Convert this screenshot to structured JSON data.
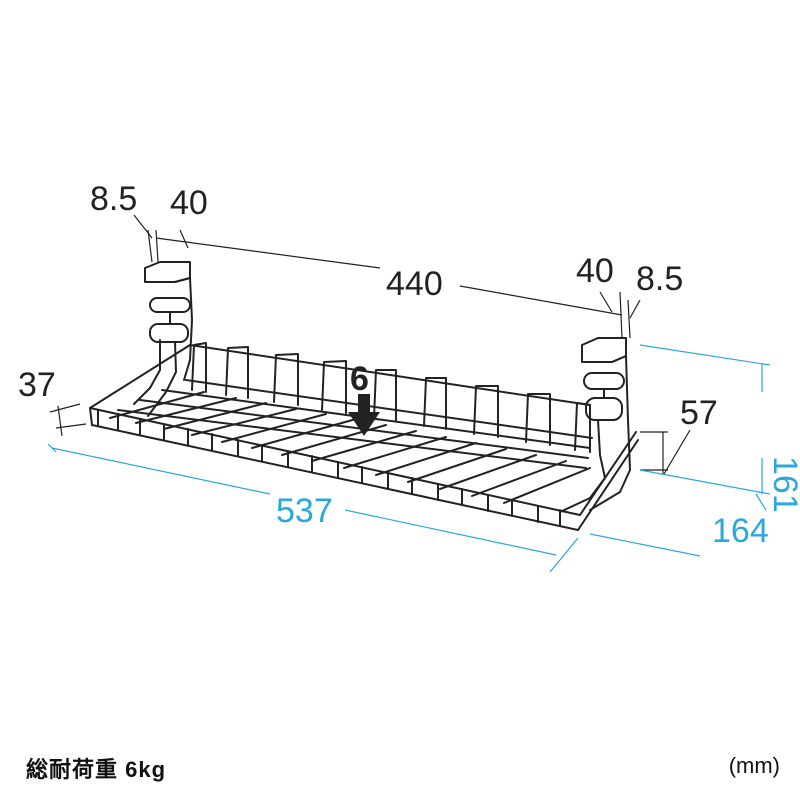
{
  "dimensions": {
    "left_plate_thickness": "8.5",
    "left_clamp_width": "40",
    "clamp_span": "440",
    "right_clamp_width": "40",
    "right_plate_thickness": "8.5",
    "tray_height": "37",
    "load_label": "6",
    "clamp_opening": "57",
    "total_height": "161",
    "total_width": "537",
    "depth": "164"
  },
  "footer": {
    "load_rating": "総耐荷重 6kg",
    "unit": "(mm)"
  },
  "colors": {
    "line": "#222222",
    "blue": "#2aa7dc"
  }
}
